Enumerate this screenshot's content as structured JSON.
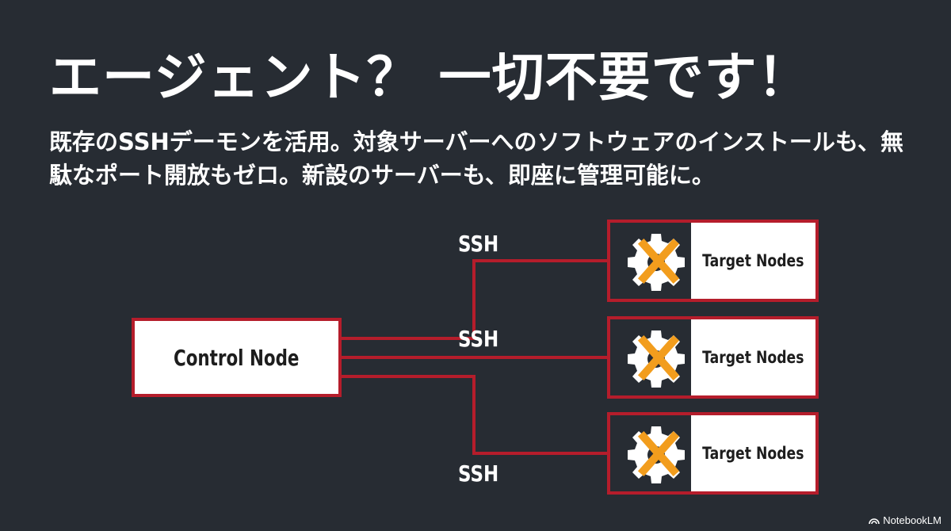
{
  "title": "エージェント？ 一切不要です！",
  "description": "既存のSSHデーモンを活用。対象サーバーへのソフトウェアのインストールも、無駄なポート開放もゼロ。新設のサーバーも、即座に管理可能に。",
  "diagram": {
    "control_node": "Control Node",
    "connections": [
      {
        "protocol": "SSH",
        "target": "Target Nodes"
      },
      {
        "protocol": "SSH",
        "target": "Target Nodes"
      },
      {
        "protocol": "SSH",
        "target": "Target Nodes"
      }
    ],
    "target_icon": "gear-icon-crossed-out"
  },
  "colors": {
    "background": "#272c33",
    "line": "#b51d2b",
    "cross": "#f29d1d"
  },
  "brand": "NotebookLM"
}
